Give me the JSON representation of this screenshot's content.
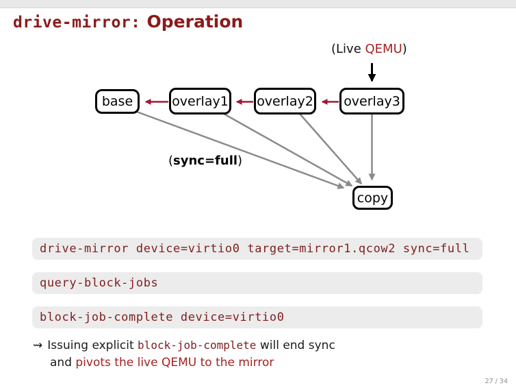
{
  "slide": {
    "title": {
      "code_part": "drive-mirror:",
      "text_part": "Operation"
    },
    "page_indicator": "27 / 34"
  },
  "diagram": {
    "live_qemu_label": {
      "pre": "(Live ",
      "alert": "QEMU",
      "post": ")"
    },
    "nodes": {
      "base": "base",
      "overlay1": "overlay1",
      "overlay2": "overlay2",
      "overlay3": "overlay3",
      "copy": "copy"
    },
    "sync_label": {
      "open_paren": "(",
      "bold_text": "sync=full",
      "close_paren": ")"
    },
    "colors": {
      "box_border": "#000000",
      "backing_chain_arrow": "#a01931",
      "mirror_arrow": "#8a8a8a",
      "live_arrow": "#000000"
    }
  },
  "commands": [
    {
      "text": "drive-mirror device=virtio0 target=mirror1.qcow2 sync=full"
    },
    {
      "text": "query-block-jobs"
    },
    {
      "text": "block-job-complete device=virtio0"
    }
  ],
  "note": {
    "bullet": "⇝",
    "line1": {
      "pre": "Issuing explicit ",
      "code": "block-job-complete",
      "post": " will end sync"
    },
    "line2": {
      "pre": "and ",
      "alert": "pivots the live QEMU to the mirror"
    }
  },
  "colors": {
    "title_text": "#8b1a1a",
    "command_text": "#7f1d1d",
    "alert_text": "#a42222",
    "command_box_bg": "#ececec",
    "header_bar_bg": "#e8e8e8",
    "footer_text": "#8f8f8f"
  }
}
